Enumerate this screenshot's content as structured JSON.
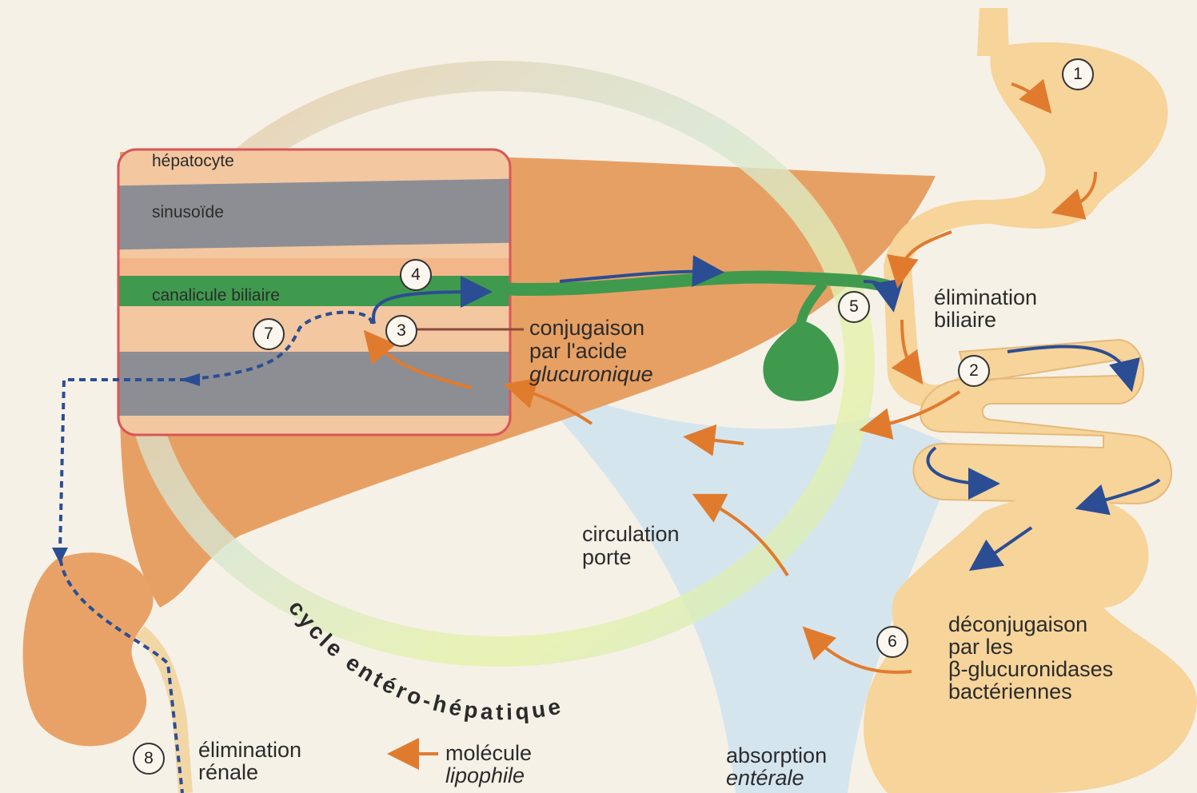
{
  "labels": {
    "hepatocyte": "hépatocyte",
    "sinusoide": "sinusoïde",
    "canalicule": "canalicule biliaire",
    "conjugaison_1": "conjugaison",
    "conjugaison_2": "par l'acide",
    "conjugaison_3": "glucuronique",
    "elimination_biliaire_1": "élimination",
    "elimination_biliaire_2": "biliaire",
    "circulation_1": "circulation",
    "circulation_2": "porte",
    "cycle": "cycle entéro-hépatique",
    "deconj_1": "déconjugaison",
    "deconj_2": "par les",
    "deconj_3": "β-glucuronidases",
    "deconj_4": "bactériennes",
    "elim_renale_1": "élimination",
    "elim_renale_2": "rénale",
    "molecule_1": "molécule",
    "molecule_2": "lipophile",
    "absorption_1": "absorption",
    "absorption_2": "entérale"
  },
  "steps": [
    "1",
    "2",
    "3",
    "4",
    "5",
    "6",
    "7",
    "8"
  ],
  "colors": {
    "background": "#f6f1e7",
    "liver": "#e7a064",
    "intestine": "#f6d49a",
    "bile_green": "#3f9a4e",
    "sinusoid_grey": "#8c8e94",
    "portal_blue": "#cfe3ef",
    "arrow_orange": "#e07b2e",
    "arrow_blue": "#2b4d93",
    "inset_border": "#d8565a"
  }
}
